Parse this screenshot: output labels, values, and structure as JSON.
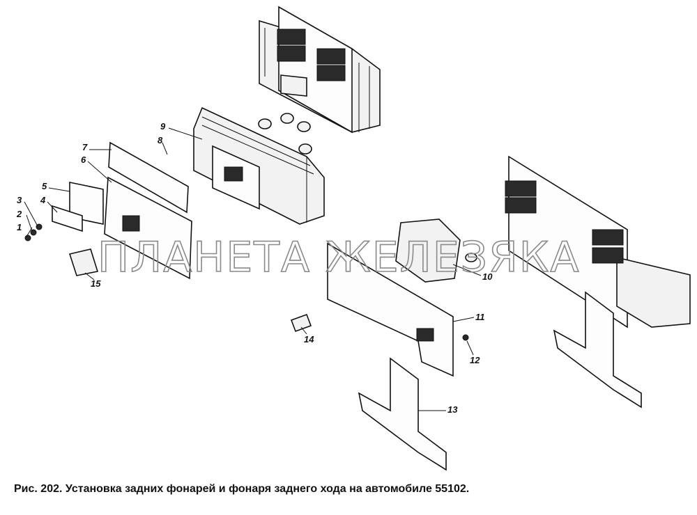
{
  "caption": "Рис. 202. Установка задних фонарей и фонаря заднего хода на автомобиле 55102.",
  "watermark": "ПЛАНЕТА ЖЕЛЕЗЯКА",
  "callouts": [
    "1",
    "2",
    "3",
    "4",
    "5",
    "6",
    "7",
    "8",
    "9",
    "10",
    "11",
    "12",
    "13",
    "14",
    "15"
  ]
}
